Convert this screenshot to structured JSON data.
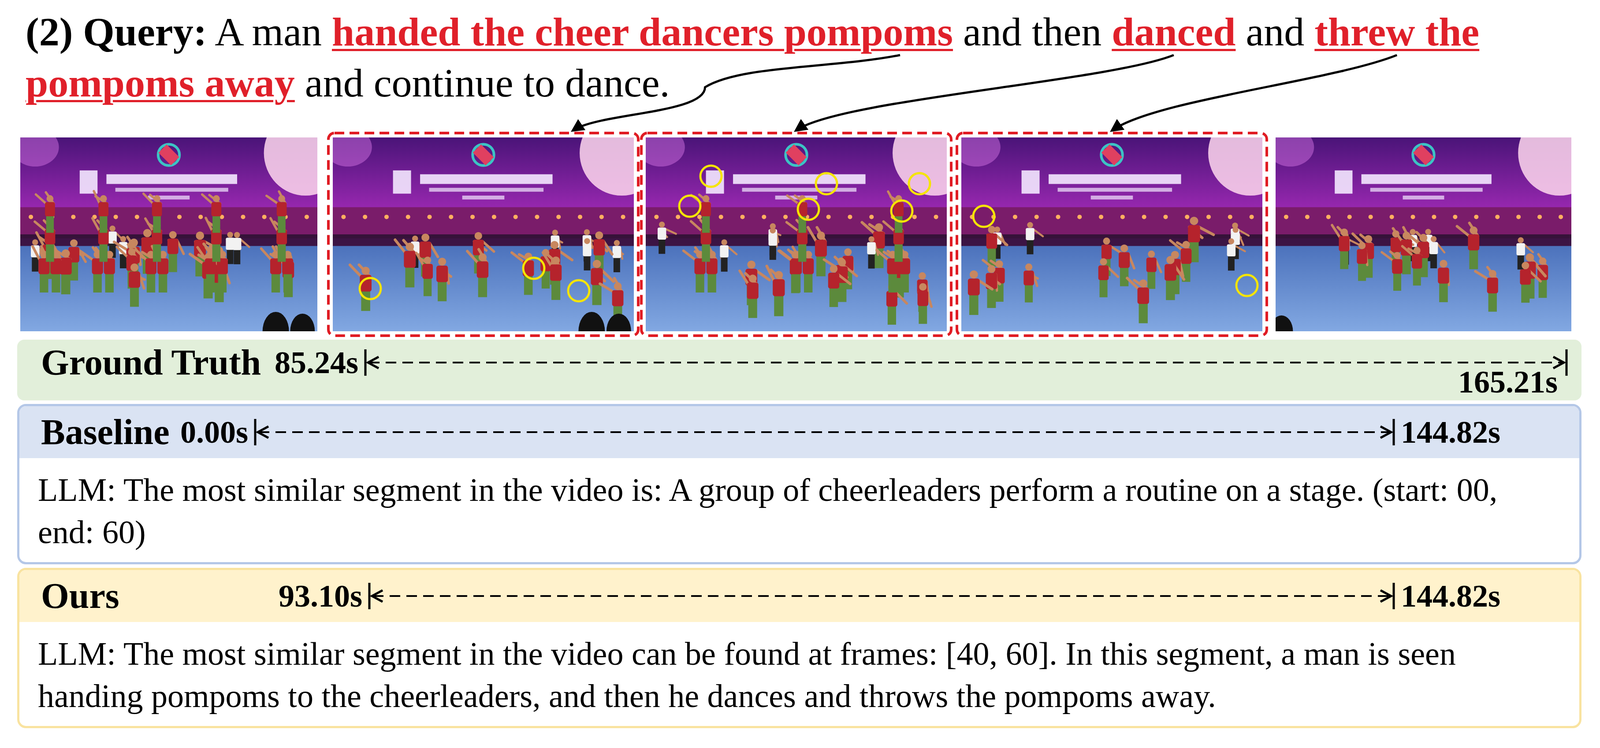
{
  "diagram": {
    "title": "(2) Query:",
    "nodes": [
      {
        "text": [
          "Ground Truth",
          "85.24s",
          "165.21s"
        ]
      },
      {
        "text": [
          "Baseline",
          "0.00s",
          "144.82s",
          "LLM: The most similar segment in the video is: A group of cheerleaders perform a routine on a stage. (start: 00, end: 60)"
        ]
      },
      {
        "text": [
          "Ours",
          "93.10s",
          "144.82s",
          "LLM: The most similar segment in the video can be found at frames: [40, 60]. In this segment, a man is seen handing pompoms to the cheerleaders, and then he dances and throws the pompoms away."
        ]
      }
    ],
    "labels": [
      "A man",
      "handed the cheer dancers pompoms",
      "and then",
      "danced",
      "and",
      "threw the pompoms away",
      "and continue to dance."
    ]
  }
}
